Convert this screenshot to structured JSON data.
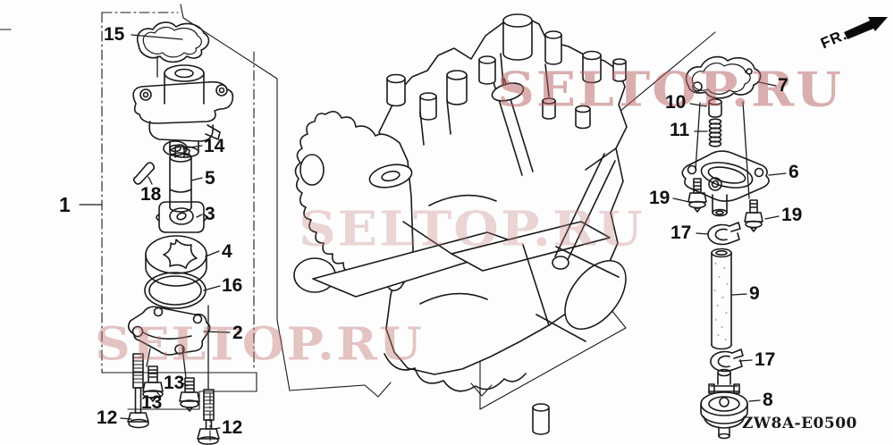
{
  "diagram": {
    "code": "ZW8A-E0500",
    "fr_label": "FR.",
    "watermark_text": "SELTOP.RU"
  },
  "watermarks": [
    {
      "text": "SELTOP.RU"
    },
    {
      "text": "SELTOP.RU"
    },
    {
      "text": "SELTOP.RU"
    }
  ],
  "callouts": [
    {
      "text": "1"
    },
    {
      "text": "15"
    },
    {
      "text": "14"
    },
    {
      "text": "18"
    },
    {
      "text": "5"
    },
    {
      "text": "3"
    },
    {
      "text": "4"
    },
    {
      "text": "16"
    },
    {
      "text": "2"
    },
    {
      "text": "13"
    },
    {
      "text": "13"
    },
    {
      "text": "12"
    },
    {
      "text": "12"
    },
    {
      "text": "7"
    },
    {
      "text": "10"
    },
    {
      "text": "11"
    },
    {
      "text": "6"
    },
    {
      "text": "19"
    },
    {
      "text": "19"
    },
    {
      "text": "17"
    },
    {
      "text": "9"
    },
    {
      "text": "17"
    },
    {
      "text": "8"
    }
  ]
}
